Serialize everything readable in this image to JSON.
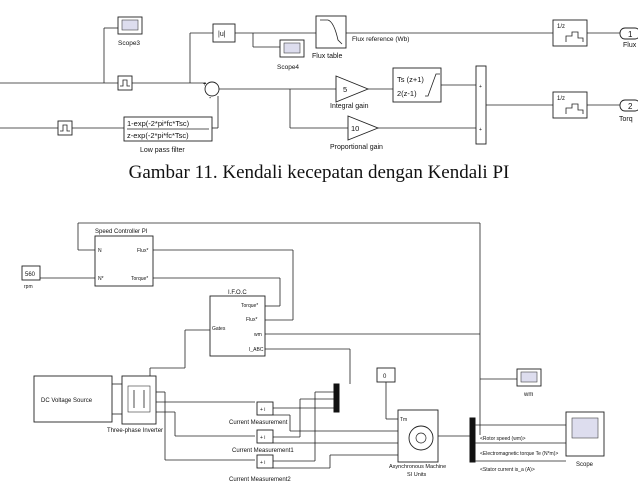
{
  "caption": "Gambar 11. Kendali kecepatan dengan Kendali PI",
  "top": {
    "scope3": "Scope3",
    "scope4": "Scope4",
    "abs": "|u|",
    "flux_table": "Flux table",
    "flux_ref": "Flux reference (Wb)",
    "out1": "1",
    "out1_label": "Flux",
    "out2": "2",
    "out2_label": "Torq",
    "zoh": "1/z",
    "gain5": "5",
    "integral_gain": "Integral gain",
    "tf_num": "Ts (z+1)",
    "tf_den": "2(z-1)",
    "gain10": "10",
    "proportional_gain": "Proportional gain",
    "lpf_num": "1-exp(-2*pi*fc*Tsc)",
    "lpf_den": "z-exp(-2*pi*fc*Tsc)",
    "lpf_label": "Low pass filter",
    "sum_plus": "+",
    "sum_minus": "-"
  },
  "bottom": {
    "speed_ctrl_title": "Speed Controller PI",
    "port_N": "N",
    "port_Nstar": "N*",
    "port_flux": "Flux*",
    "port_torque": "Torque*",
    "const_560": "560",
    "rpm": "rpm",
    "ifoc_title": "I.F.O.C",
    "ifoc_torque": "Torque*",
    "ifoc_flux": "Flux*",
    "ifoc_wm": "wm",
    "ifoc_iabc": "I_ABC",
    "ifoc_gates": "Gates",
    "dc_source": "DC Voltage Source",
    "inverter": "Three-phase Inverter",
    "cm1": "Current Measurement",
    "cm2": "Current Measurement1",
    "cm3": "Current Measurement2",
    "const_0": "0",
    "tm": "Tm",
    "machine": "Asynchronous Machine",
    "si_units": "SI Units",
    "wm_scope": "wm",
    "rotor_speed": "<Rotor speed (wm)>",
    "em_torque": "<Electromagnetic torque Te (N*m)>",
    "stator_current": "<Stator current is_a (A)>",
    "scope": "Scope"
  }
}
